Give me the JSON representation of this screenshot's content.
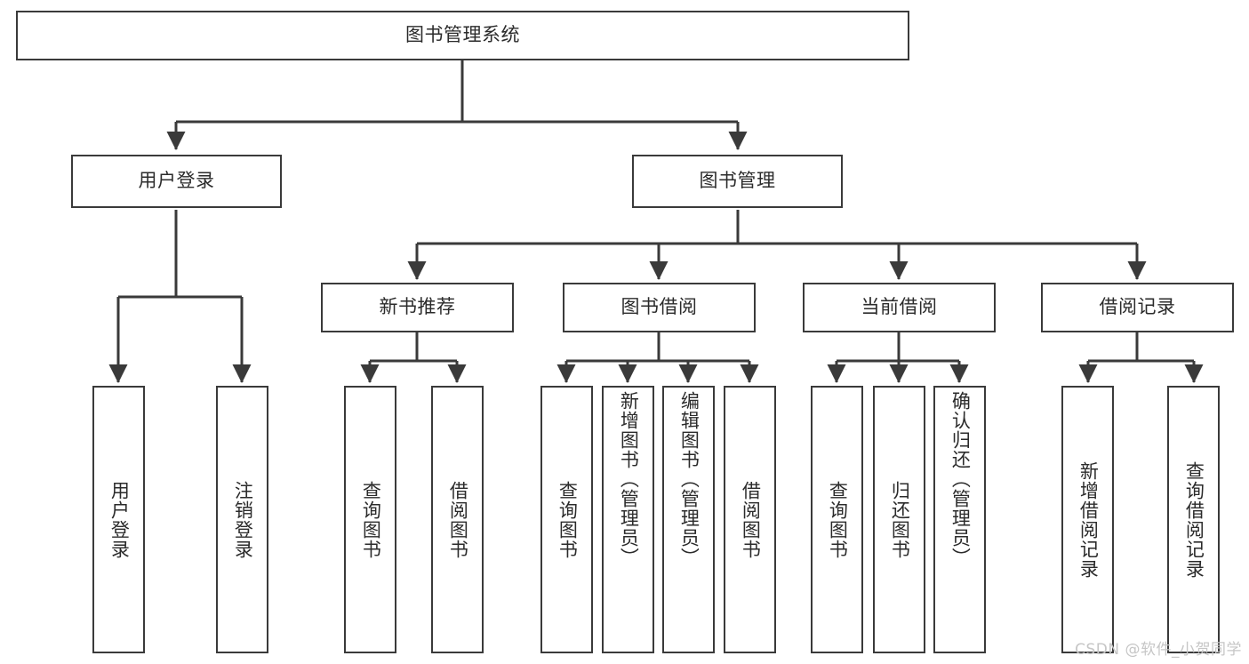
{
  "diagram": {
    "title": "图书管理系统",
    "type": "tree",
    "root": {
      "id": "root",
      "label": "图书管理系统",
      "orientation": "horizontal"
    },
    "level2": [
      {
        "id": "user-login",
        "label": "用户登录",
        "orientation": "horizontal"
      },
      {
        "id": "book-management",
        "label": "图书管理",
        "orientation": "horizontal"
      }
    ],
    "level3": [
      {
        "id": "new-book-recommend",
        "label": "新书推荐",
        "orientation": "horizontal",
        "parent": "book-management"
      },
      {
        "id": "book-borrow",
        "label": "图书借阅",
        "orientation": "horizontal",
        "parent": "book-management"
      },
      {
        "id": "current-borrow",
        "label": "当前借阅",
        "orientation": "horizontal",
        "parent": "book-management"
      },
      {
        "id": "borrow-record",
        "label": "借阅记录",
        "orientation": "horizontal",
        "parent": "book-management"
      }
    ],
    "leaves": [
      {
        "id": "leaf-user-login",
        "label": "用户登录",
        "orientation": "vertical",
        "parent": "user-login",
        "align": "center"
      },
      {
        "id": "leaf-logout",
        "label": "注销登录",
        "orientation": "vertical",
        "parent": "user-login",
        "align": "center"
      },
      {
        "id": "leaf-query-book-1",
        "label": "查询图书",
        "orientation": "vertical",
        "parent": "new-book-recommend",
        "align": "center"
      },
      {
        "id": "leaf-borrow-book-1",
        "label": "借阅图书",
        "orientation": "vertical",
        "parent": "new-book-recommend",
        "align": "center"
      },
      {
        "id": "leaf-query-book-2",
        "label": "查询图书",
        "orientation": "vertical",
        "parent": "book-borrow",
        "align": "center"
      },
      {
        "id": "leaf-add-book",
        "label": "新增图书（管理员）",
        "orientation": "vertical",
        "parent": "book-borrow",
        "align": "top"
      },
      {
        "id": "leaf-edit-book",
        "label": "编辑图书（管理员）",
        "orientation": "vertical",
        "parent": "book-borrow",
        "align": "top"
      },
      {
        "id": "leaf-borrow-book-2",
        "label": "借阅图书",
        "orientation": "vertical",
        "parent": "book-borrow",
        "align": "center"
      },
      {
        "id": "leaf-query-book-3",
        "label": "查询图书",
        "orientation": "vertical",
        "parent": "current-borrow",
        "align": "center"
      },
      {
        "id": "leaf-return-book",
        "label": "归还图书",
        "orientation": "vertical",
        "parent": "current-borrow",
        "align": "center"
      },
      {
        "id": "leaf-confirm-return",
        "label": "确认归还（管理员）",
        "orientation": "vertical",
        "parent": "current-borrow",
        "align": "top"
      },
      {
        "id": "leaf-add-record",
        "label": "新增借阅记录",
        "orientation": "vertical",
        "parent": "borrow-record",
        "align": "center"
      },
      {
        "id": "leaf-query-record",
        "label": "查询借阅记录",
        "orientation": "vertical",
        "parent": "borrow-record",
        "align": "center"
      }
    ],
    "colors": {
      "box_border": "#3a3a3a",
      "box_fill": "#ffffff",
      "text": "#2b2b2b",
      "connector": "#3a3a3a",
      "watermark": "#c6c6c6",
      "background": "#ffffff"
    }
  },
  "watermark": {
    "text": "CSDN @软件_小贺同学"
  }
}
